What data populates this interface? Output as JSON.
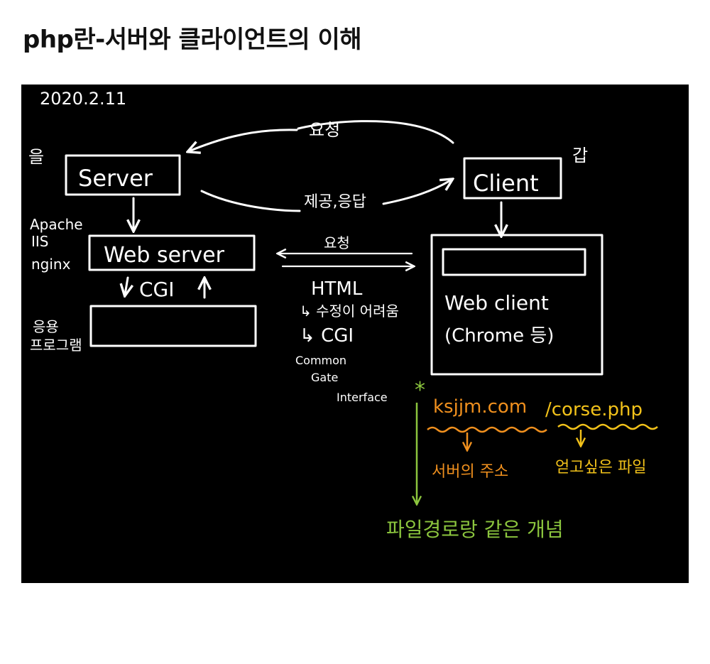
{
  "page": {
    "title": "php란-서버와 클라이언트의 이해"
  },
  "diagram": {
    "date": "2020.2.11",
    "server": {
      "label": "Server",
      "side_note": "을"
    },
    "client": {
      "label": "Client",
      "side_note": "갑"
    },
    "top_request": "요청",
    "top_response": "제공,응답",
    "web_server": {
      "label": "Web server",
      "software": [
        "Apache",
        "IIS",
        "nginx"
      ]
    },
    "cgi_label": "CGI",
    "app_program": [
      "응용",
      "프로그램"
    ],
    "web_client": {
      "label": "Web client",
      "example": "(Chrome 등)"
    },
    "mid_request": "요청",
    "mid_response": {
      "html": "HTML",
      "note1": "수정이 어려움",
      "note2": "CGI",
      "cgi_expansion": [
        "Common",
        "Gate",
        "Interface"
      ]
    },
    "url": {
      "domain": "ksjjm.com",
      "path": "/corse.php",
      "domain_note": "서버의 주소",
      "path_note": "얻고싶은 파일",
      "concept_note": "파일경로랑 같은 개념"
    },
    "colors": {
      "board": "#000000",
      "ink": "#ffffff",
      "orange": "#f0901e",
      "yellow": "#f2c21a",
      "green": "#8cc63e"
    }
  }
}
